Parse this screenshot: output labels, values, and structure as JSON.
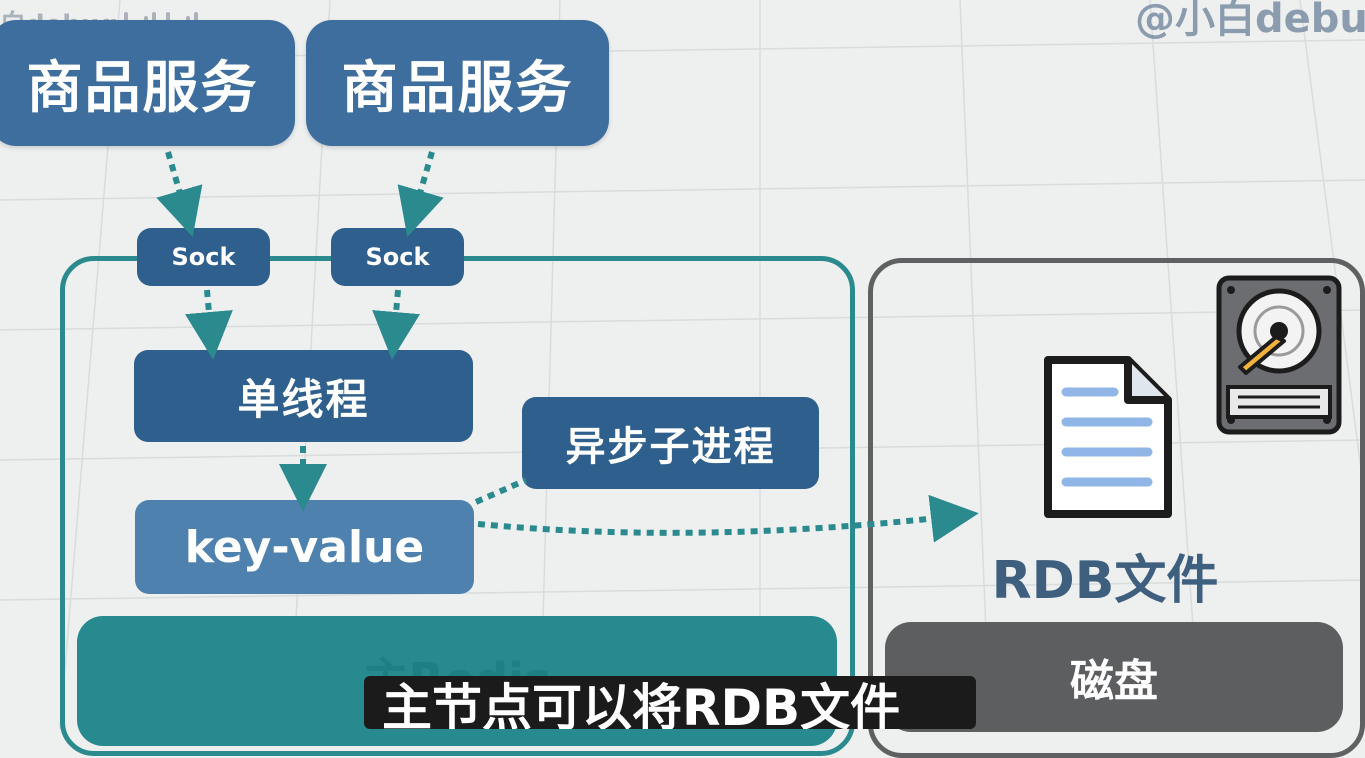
{
  "watermark": {
    "left": "白debug",
    "right": "@小白debug"
  },
  "services": [
    {
      "label": "商品服务"
    },
    {
      "label": "商品服务"
    }
  ],
  "socks": [
    {
      "label": "Sock"
    },
    {
      "label": "Sock"
    }
  ],
  "redis": {
    "thread_label": "单线程",
    "kv_label": "key-value",
    "child_process_label": "异步子进程",
    "footer_label": "主Redis"
  },
  "disk": {
    "file_label": "RDB文件",
    "footer_label": "磁盘"
  },
  "subtitle": "主节点可以将RDB文件",
  "colors": {
    "teal": "#2b8a8e",
    "blue_dark": "#2f5f8c",
    "blue_mid": "#3d6e9d",
    "blue_light": "#4f81ae",
    "gray": "#5d5e60"
  }
}
